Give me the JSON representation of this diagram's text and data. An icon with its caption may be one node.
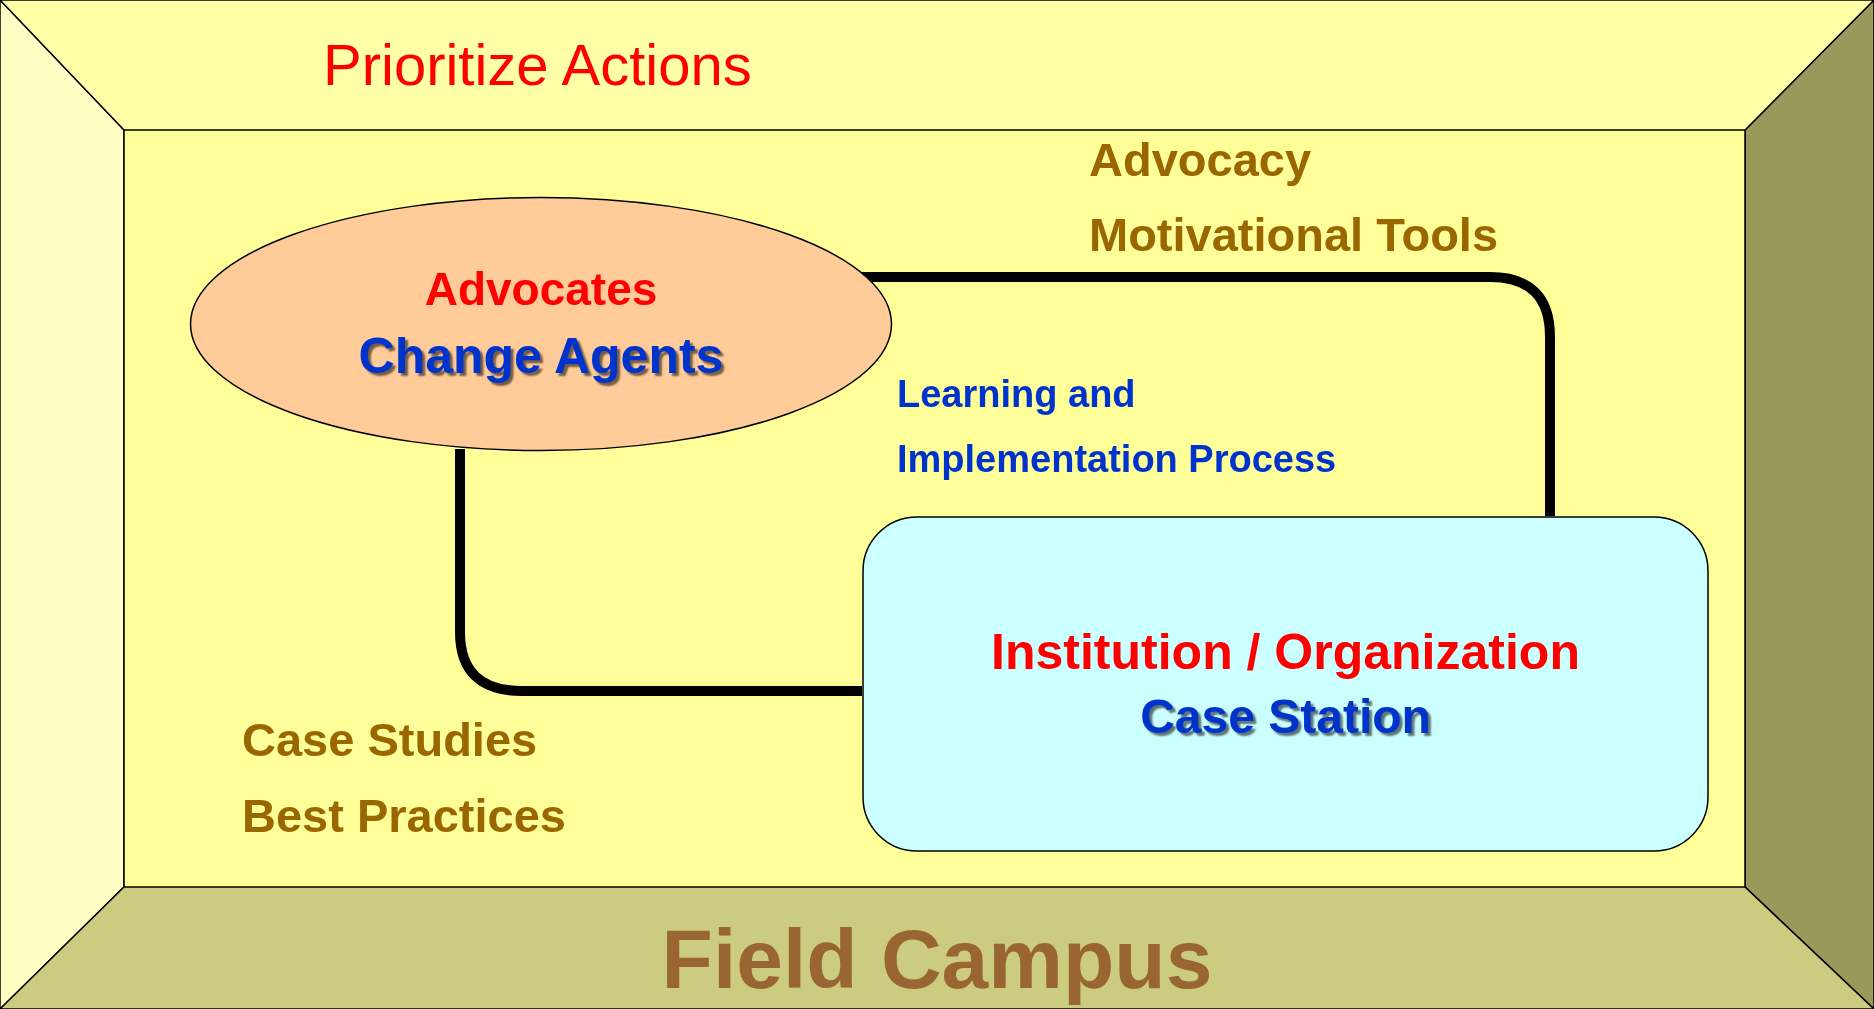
{
  "diagram": {
    "nodes": [
      {
        "text": [
          "Prioritize Actions"
        ]
      },
      {
        "text": [
          "Field Campus"
        ]
      },
      {
        "text": [
          "Advocates",
          "Change Agents"
        ]
      },
      {
        "text": [
          "Institution / Organization",
          "Case Station"
        ]
      }
    ],
    "edges": [
      {
        "from": 2,
        "to": 3,
        "arrow": "none"
      },
      {
        "from": 2,
        "to": 3,
        "arrow": "none"
      }
    ],
    "labels": [
      "Advocacy",
      "Motivational Tools",
      "Learning and",
      "Implementation Process",
      "Case Studies",
      "Best Practices"
    ]
  }
}
